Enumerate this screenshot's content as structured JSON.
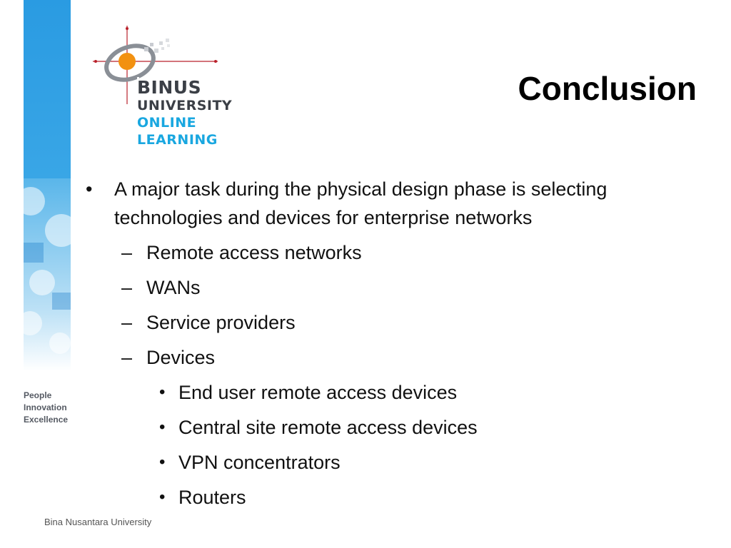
{
  "logo": {
    "line1": "BINUS",
    "line2": "UNIVERSITY",
    "line3": "ONLINE",
    "line4": "LEARNING"
  },
  "tagline": [
    "People",
    "Innovation",
    "Excellence"
  ],
  "slide": {
    "title": "Conclusion",
    "bullet": {
      "marker": "•",
      "text": "A major task during the physical design phase is selecting technologies and devices for enterprise networks"
    },
    "sub_marker": "–",
    "subitems": [
      "Remote access networks",
      "WANs",
      "Service providers",
      "Devices"
    ],
    "subsub_marker": "•",
    "subsubitems": [
      "End user remote access devices",
      "Central site remote access devices",
      "VPN concentrators",
      "Routers"
    ]
  },
  "footer": "Bina Nusantara University",
  "colors": {
    "strip_blue": "#2a9be2",
    "logo_orange": "#f29111",
    "logo_blue": "#19a7e0",
    "logo_gray": "#3b3f46"
  }
}
